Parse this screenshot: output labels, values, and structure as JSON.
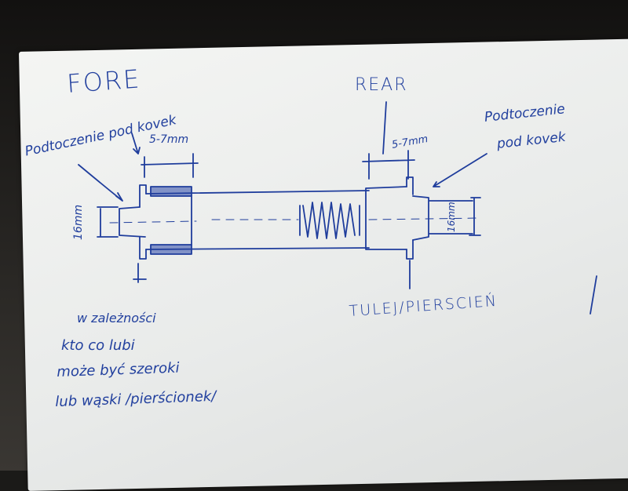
{
  "sketch": {
    "fore_label": "FORE",
    "rear_label": "REAR",
    "left_note": "Podtoczenie pod kovek",
    "right_note_line1": "Podtoczenie",
    "right_note_line2": "pod kovek",
    "left_width": "5-7mm",
    "right_width": "5-7mm",
    "left_diameter": "16mm",
    "right_diameter": "16mm",
    "sleeve_label": "TULEJ/PIERSCIEŃ",
    "notes": [
      "w zależności",
      "kto co lubi",
      "może być szeroki",
      "lub wąski /pierścionek/"
    ],
    "ink_color": "#1f3d9c"
  }
}
